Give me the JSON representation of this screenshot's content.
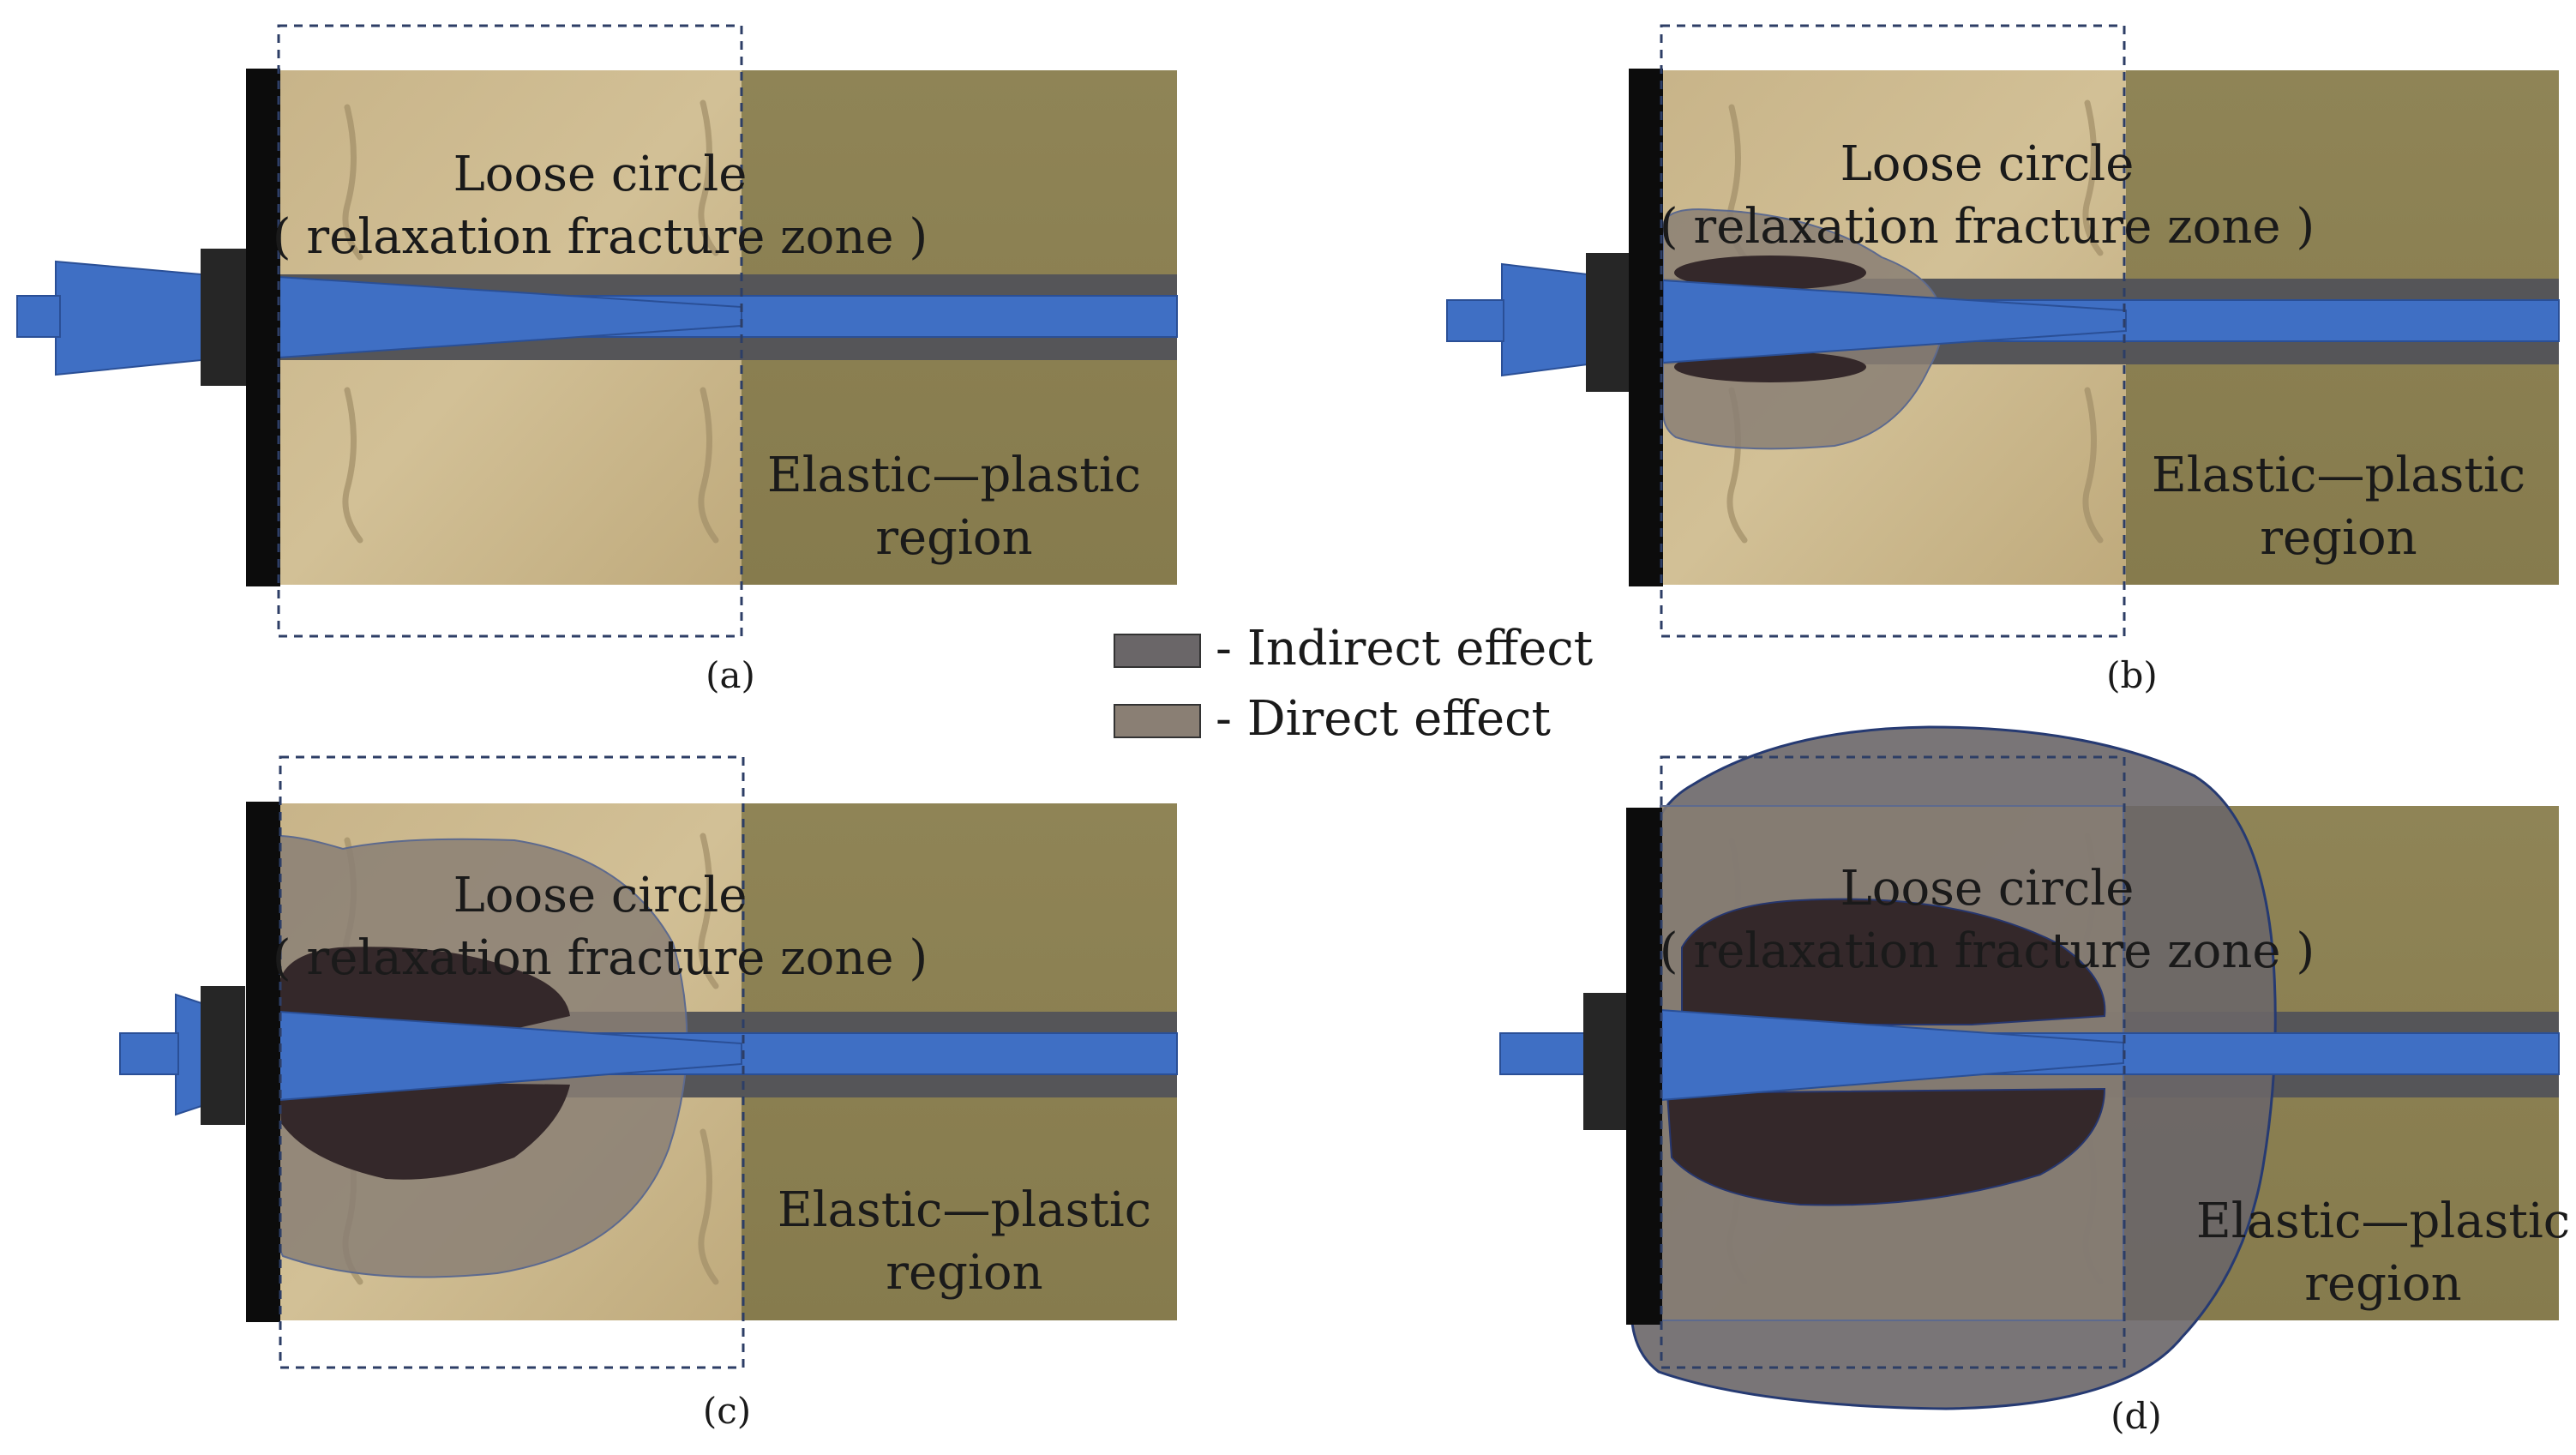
{
  "panels": [
    {
      "caption": "(a)",
      "loose_title": "Loose circle",
      "loose_sub": "( relaxation fracture zone )",
      "elastic_line1": "Elastic—plastic",
      "elastic_line2": "region"
    },
    {
      "caption": "(b)",
      "loose_title": "Loose circle",
      "loose_sub": "( relaxation fracture zone )",
      "elastic_line1": "Elastic—plastic",
      "elastic_line2": "region"
    },
    {
      "caption": "(c)",
      "loose_title": "Loose circle",
      "loose_sub": "( relaxation fracture zone )",
      "elastic_line1": "Elastic—plastic",
      "elastic_line2": "region"
    },
    {
      "caption": "(d)",
      "loose_title": "Loose circle",
      "loose_sub": "( relaxation fracture zone )",
      "elastic_line1": "Elastic—plastic",
      "elastic_line2": "region"
    }
  ],
  "legend": {
    "indirect_label": "- Indirect effect",
    "direct_label": "- Direct effect"
  },
  "colors": {
    "rock_loose": "#c9b48a",
    "rock_elastic": "#8f8456",
    "bolt_blue": "#3f6fc4",
    "borehole_gray": "#555558",
    "plate_black": "#0c0c0c",
    "nut_dark": "#262626",
    "direct_effect": "#8a7f74",
    "indirect_effect": "#6a6668",
    "compact_core": "#34282a"
  }
}
